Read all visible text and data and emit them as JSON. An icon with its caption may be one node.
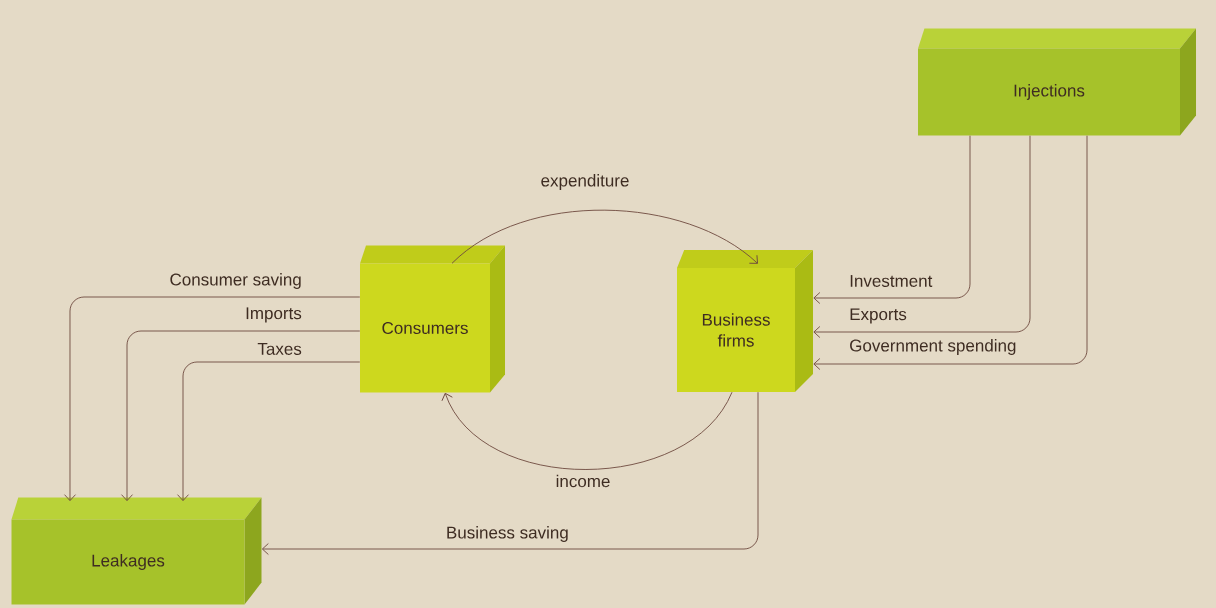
{
  "diagram": {
    "nodes": [
      {
        "text": [
          "Injections"
        ]
      },
      {
        "text": [
          "Consumers"
        ]
      },
      {
        "text": [
          "Business firms"
        ]
      },
      {
        "text": [
          "Leakages"
        ]
      }
    ],
    "edges": [
      {
        "from": 1,
        "to": 2,
        "arrow": "to",
        "label": "expenditure"
      },
      {
        "from": 2,
        "to": 1,
        "arrow": "to",
        "label": "income"
      },
      {
        "from": 1,
        "to": 3,
        "arrow": "to",
        "label": "Consumer saving"
      },
      {
        "from": 1,
        "to": 3,
        "arrow": "to",
        "label": "Imports"
      },
      {
        "from": 1,
        "to": 3,
        "arrow": "to",
        "label": "Taxes"
      },
      {
        "from": 2,
        "to": 3,
        "arrow": "to",
        "label": "Business saving"
      },
      {
        "from": 0,
        "to": 2,
        "arrow": "to",
        "label": "Investment"
      },
      {
        "from": 0,
        "to": 2,
        "arrow": "to",
        "label": "Exports"
      },
      {
        "from": 0,
        "to": 2,
        "arrow": "to",
        "label": "Government spending"
      }
    ]
  }
}
